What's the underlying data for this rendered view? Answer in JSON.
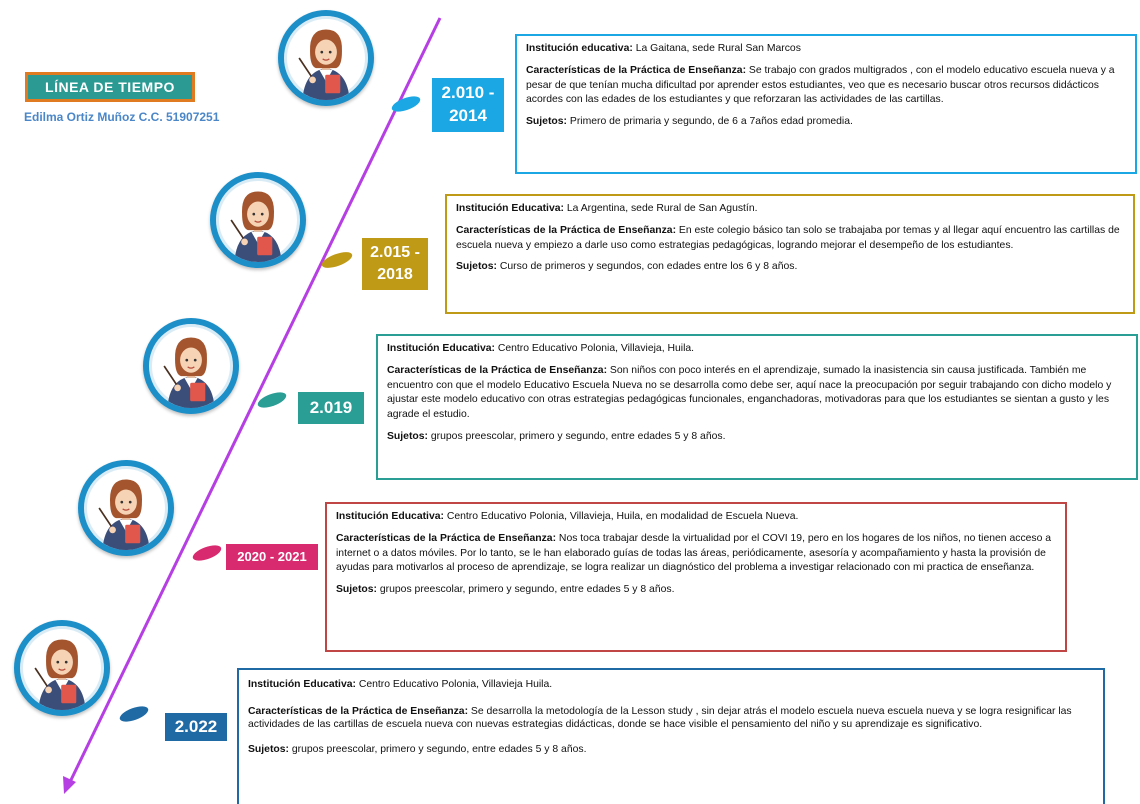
{
  "header": {
    "title": "LÍNEA DE TIEMPO",
    "author": "Edilma Ortiz Muñoz C.C. 51907251"
  },
  "colors": {
    "axis": "#b63fe4",
    "avatar_ring": "#1c8fc9",
    "title_bg": "#2a9a93",
    "title_border": "#e07b22",
    "author_text": "#4a86c8"
  },
  "entries": [
    {
      "year_line1": "2.010 -",
      "year_line2": "2014",
      "color": "#1aa7e4",
      "inst_label": "Institución educativa:",
      "inst_value": " La Gaitana, sede Rural San Marcos",
      "char_label": "Características de la Práctica de Enseñanza:",
      "char_value": "  Se trabajo con grados multigrados , con el modelo educativo escuela nueva y a pesar de que tenían mucha dificultad por aprender estos estudiantes, veo que es necesario buscar otros recursos didácticos acordes con las edades de los estudiantes y que reforzaran las actividades de las cartillas.",
      "suj_label": "Sujetos:",
      "suj_value": " Primero de primaria y segundo, de 6 a 7años edad promedia."
    },
    {
      "year_line1": "2.015 -",
      "year_line2": "2018",
      "color": "#bf9a17",
      "inst_label": "Institución Educativa:",
      "inst_value": " La Argentina, sede Rural de San Agustín.",
      "char_label": "Características de la Práctica de Enseñanza:",
      "char_value": " En este colegio básico tan solo se trabajaba por temas y al llegar aquí encuentro las cartillas de escuela nueva y empiezo a darle uso como estrategias pedagógicas, logrando mejorar el desempeño de los estudiantes.",
      "suj_label": "Sujetos:",
      "suj_value": " Curso de primeros y segundos, con edades entre los 6 y 8 años."
    },
    {
      "year_line1": "2.019",
      "year_line2": "",
      "color": "#2a9d95",
      "inst_label": "Institución Educativa:",
      "inst_value": " Centro Educativo Polonia, Villavieja, Huila.",
      "char_label": "Características de la Práctica de Enseñanza:",
      "char_value": "   Son niños con poco interés en el aprendizaje, sumado la inasistencia sin causa justificada. También me encuentro con que   el modelo Educativo Escuela Nueva no se desarrolla como debe ser,  aquí nace la preocupación por seguir trabajando con dicho modelo y ajustar este modelo educativo con otras estrategias pedagógicas funcionales, enganchadoras, motivadoras para que los estudiantes se sientan a gusto y les agrade el estudio.",
      "suj_label": "Sujetos:",
      "suj_value": " grupos preescolar, primero y segundo, entre edades 5 y 8 años."
    },
    {
      "year_line1": "2020 - 2021",
      "year_line2": "",
      "color": "#d82a6e",
      "inst_label": "Institución Educativa:",
      "inst_value": " Centro Educativo Polonia, Villavieja, Huila, en modalidad de Escuela Nueva.",
      "char_label": "Características de la Práctica de Enseñanza:",
      "char_value": " Nos toca trabajar desde la virtualidad por el COVI 19, pero en los hogares de los niños, no tienen acceso a internet o a datos móviles. Por lo tanto, se le han elaborado guías de todas las áreas, periódicamente, asesoría y acompañamiento y hasta la provisión de ayudas para motivarlos al proceso de aprendizaje, se logra realizar un diagnóstico del problema a investigar relacionado con mi practica de enseñanza.",
      "suj_label": "Sujetos:",
      "suj_value": " grupos preescolar, primero y segundo, entre edades 5 y 8 años."
    },
    {
      "year_line1": "2.022",
      "year_line2": "",
      "color": "#1f6aa5",
      "inst_label": "Institución Educativa:",
      "inst_value": " Centro Educativo Polonia, Villavieja Huila.",
      "char_label": "Características de la Práctica de Enseñanza:",
      "char_value": " Se desarrolla la metodología de la Lesson study , sin dejar atrás el modelo escuela nueva escuela nueva y se logra resignificar las actividades de las cartillas de escuela nueva con nuevas estrategias didácticas, donde se hace visible el pensamiento del niño y su aprendizaje es significativo.",
      "suj_label": "Sujetos:",
      "suj_value": " grupos preescolar, primero y segundo, entre edades 5 y 8 años."
    }
  ]
}
